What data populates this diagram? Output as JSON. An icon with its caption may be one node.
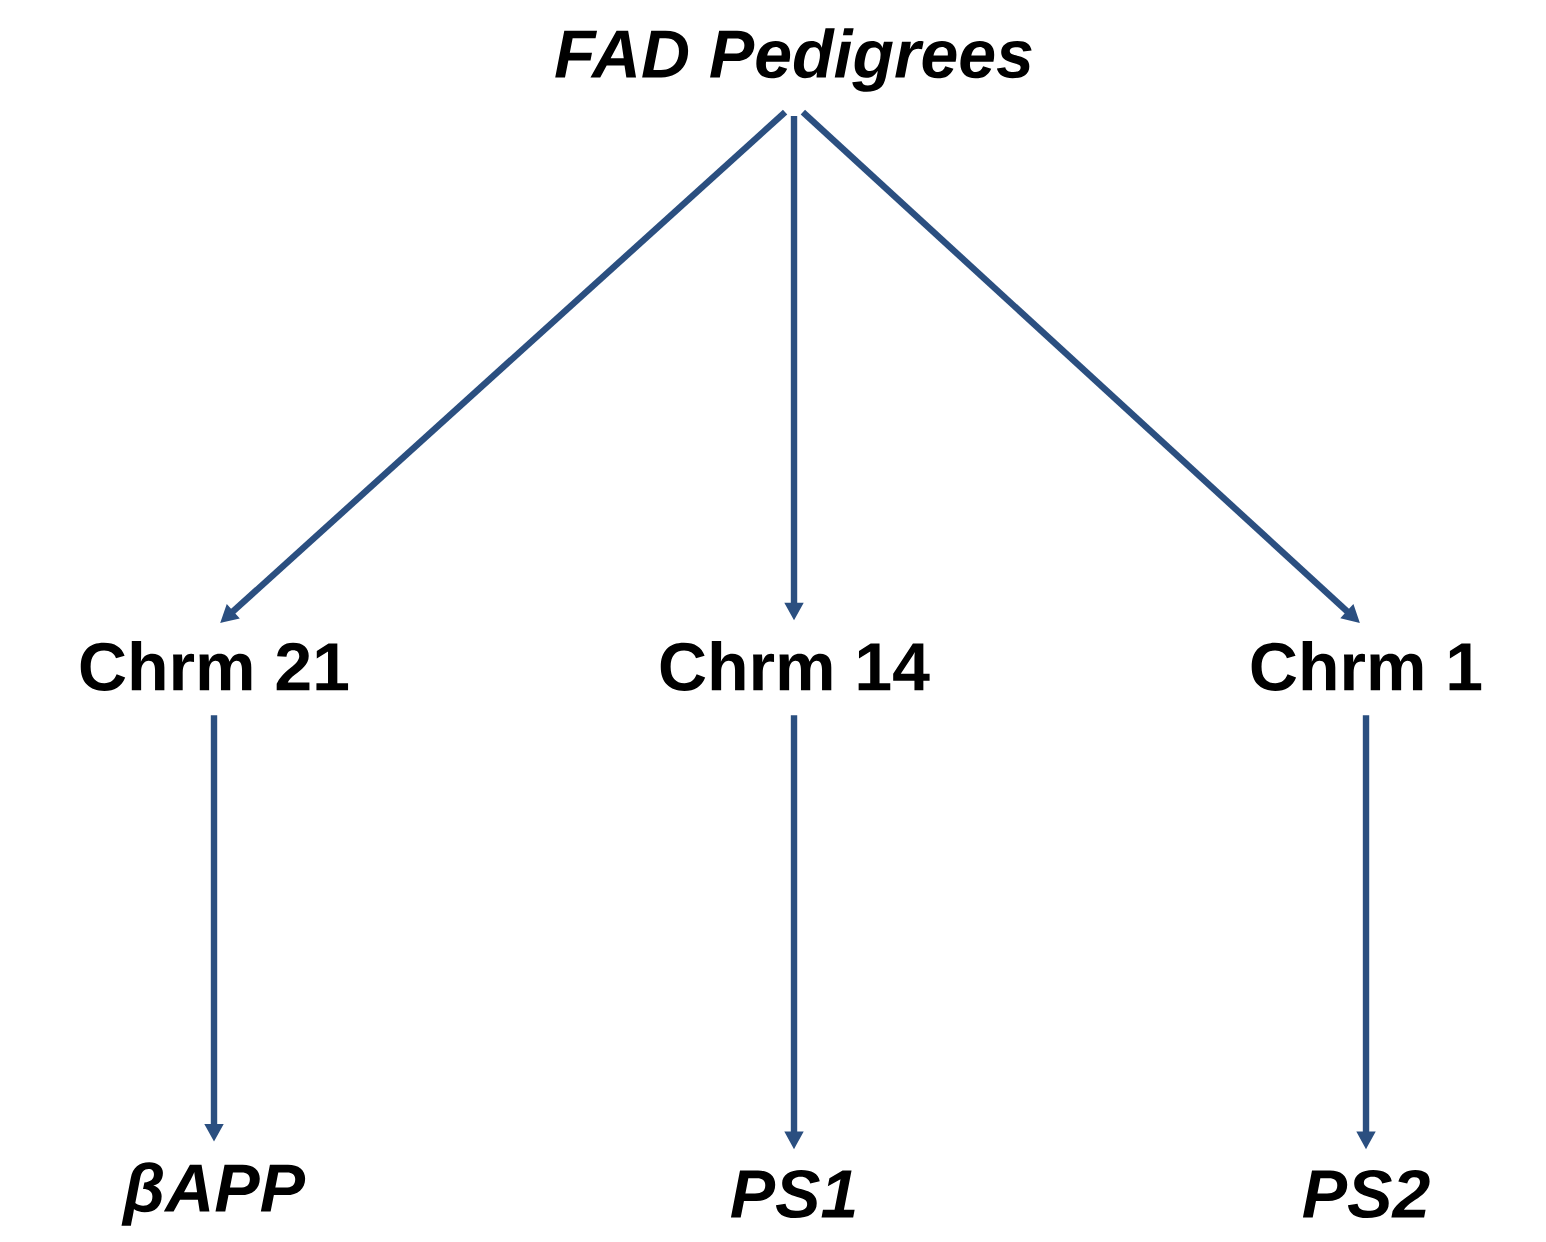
{
  "diagram": {
    "nodes": [
      {
        "text": [
          "FAD Pedigrees"
        ]
      },
      {
        "text": [
          "Chrm 21"
        ]
      },
      {
        "text": [
          "Chrm 14"
        ]
      },
      {
        "text": [
          "Chrm 1"
        ]
      },
      {
        "text": [
          "βAPP"
        ]
      },
      {
        "text": [
          "PS1"
        ]
      },
      {
        "text": [
          "PS2"
        ]
      }
    ],
    "edges": [
      {
        "from": 0,
        "to": 1,
        "arrow": "to"
      },
      {
        "from": 0,
        "to": 2,
        "arrow": "to"
      },
      {
        "from": 0,
        "to": 3,
        "arrow": "to"
      },
      {
        "from": 1,
        "to": 4,
        "arrow": "to"
      },
      {
        "from": 2,
        "to": 5,
        "arrow": "to"
      },
      {
        "from": 3,
        "to": 6,
        "arrow": "to"
      }
    ]
  }
}
